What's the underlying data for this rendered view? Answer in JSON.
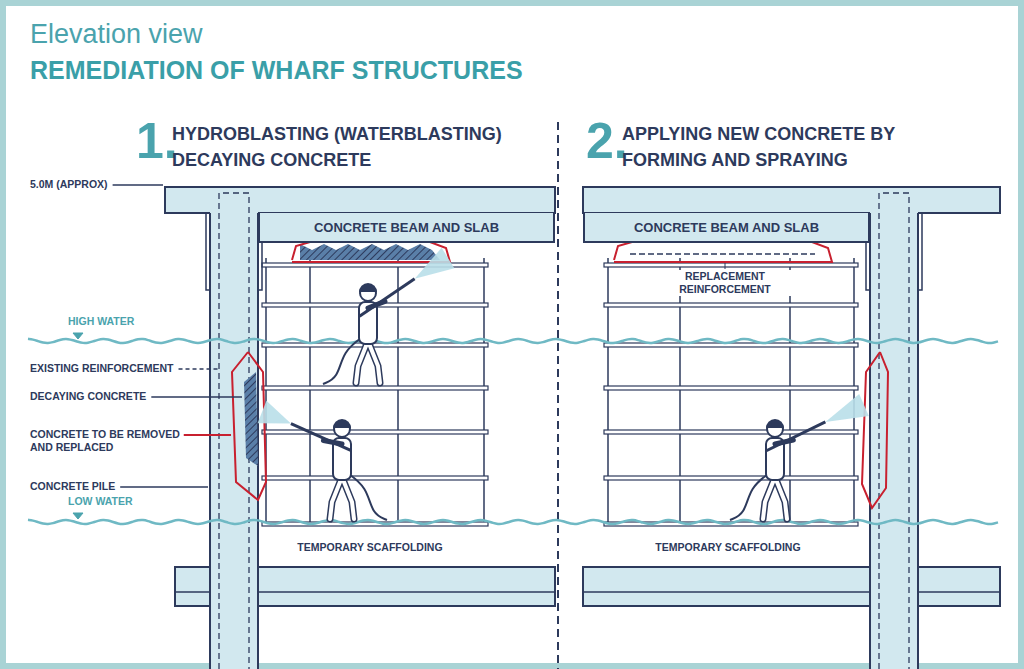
{
  "diagram": {
    "title": "REMEDIATION OF WHARF STRUCTURES",
    "nodes": [
      {
        "text": [
          "CONCRETE BEAM AND SLAB"
        ]
      },
      {
        "text": [
          "CONCRETE BEAM AND SLAB"
        ]
      }
    ],
    "labels": [
      "Elevation view",
      "1.",
      "HYDROBLASTING (WATERBLASTING) DECAYING CONCRETE",
      "2.",
      "APPLYING NEW CONCRETE BY FORMING AND SPRAYING",
      "5.0M (APPROX)",
      "REPLACEMENT REINFORCEMENT",
      "HIGH WATER",
      "EXISTING REINFORCEMENT",
      "DECAYING CONCRETE",
      "CONCRETE TO BE REMOVED AND REPLACED",
      "CONCRETE PILE",
      "LOW WATER",
      "TEMPORARY SCAFFOLDING",
      "TEMPORARY SCAFFOLDING"
    ]
  }
}
